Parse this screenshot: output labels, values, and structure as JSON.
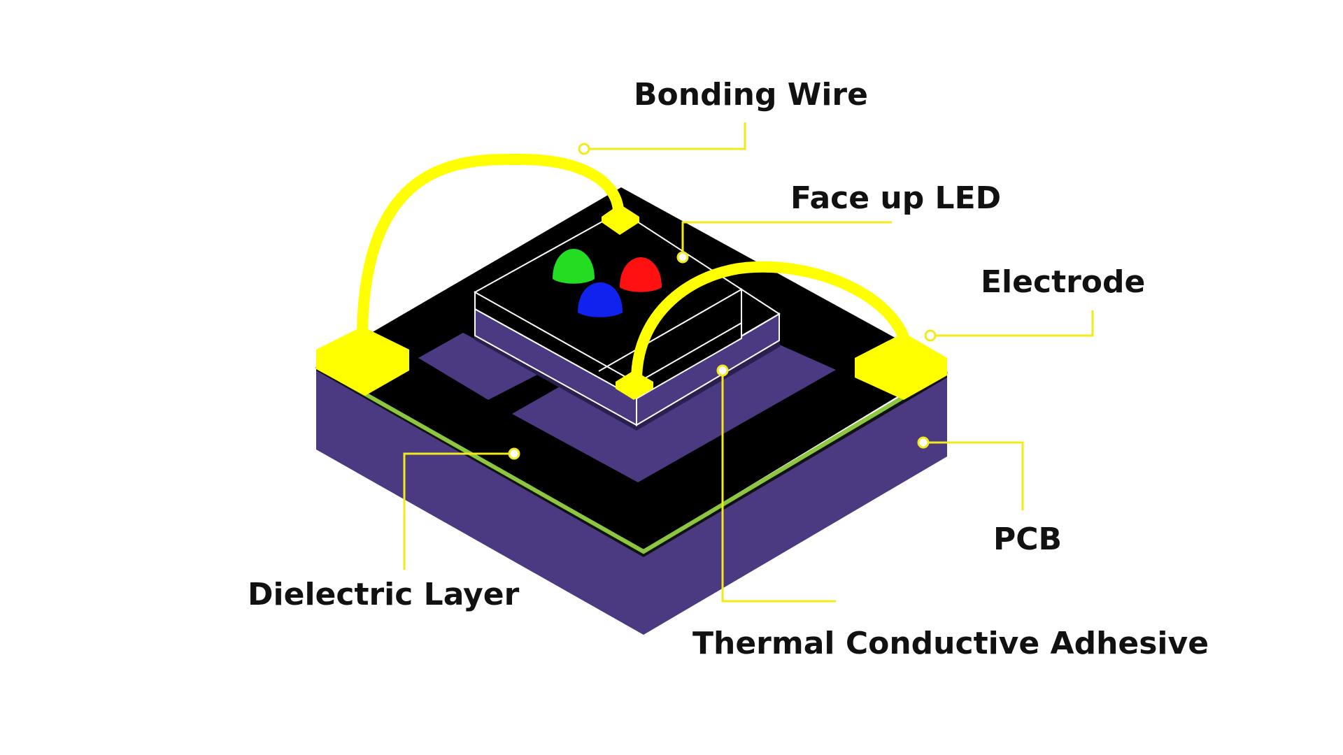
{
  "labels": {
    "bonding_wire": "Bonding Wire",
    "face_up_led": "Face up LED",
    "electrode": "Electrode",
    "pcb": "PCB",
    "dielectric_layer": "Dielectric Layer",
    "thermal_conductive_adhesive": "Thermal Conductive Adhesive"
  },
  "colors": {
    "pcb_purple": "#4b3a82",
    "top_black": "#000000",
    "trace_green": "#8dc63f",
    "electrode_yellow": "#ffff00",
    "leader_yellow": "#f2ea1a",
    "led_green": "#22dd22",
    "led_red": "#ff1111",
    "led_blue": "#1122ee",
    "chip_outline": "#ffffff"
  }
}
